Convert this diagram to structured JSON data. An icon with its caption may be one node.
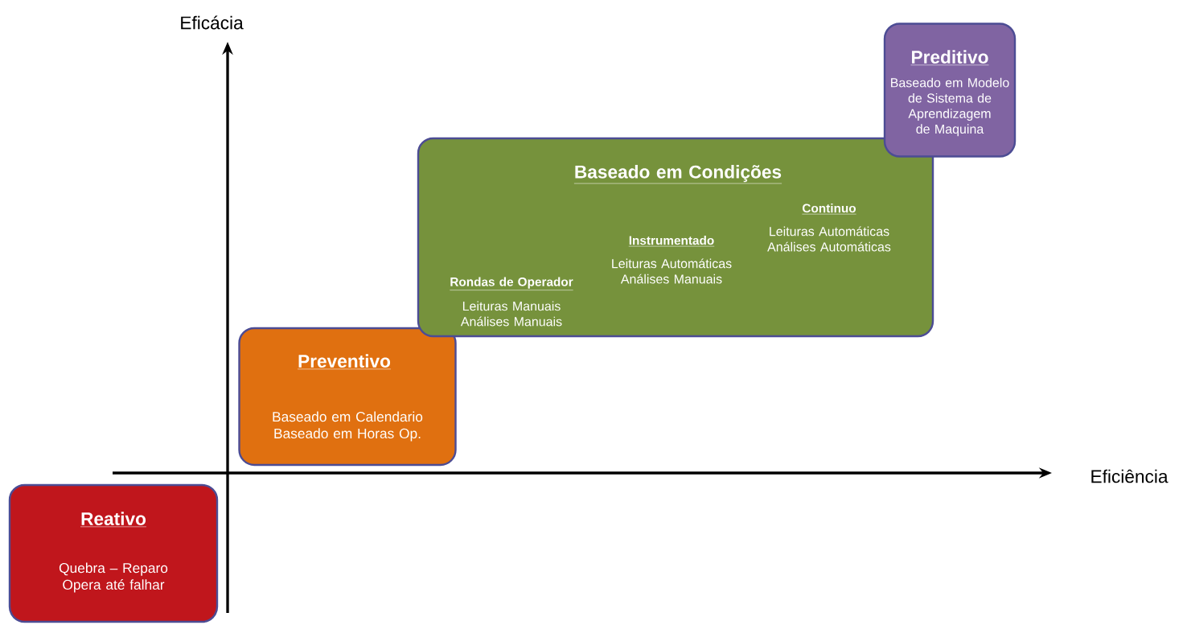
{
  "diagram": {
    "nodes": [
      {
        "text": [
          "Reativo",
          "Quebra – Reparo Opera até falhar"
        ]
      },
      {
        "text": [
          "Preventivo",
          "Baseado em Calendario Baseado em Horas Op."
        ]
      },
      {
        "text": [
          "Baseado em Condições",
          "Rondas de Operador",
          "Leituras Manuais Análises Manuais",
          "Instrumentado",
          "Leituras Automáticas Análises Manuais",
          "Continuo",
          "Leituras Automáticas Análises Automáticas"
        ]
      },
      {
        "text": [
          "Preditivo",
          "Baseado em Modelo de Sistema de Aprendizagem de Maquina"
        ]
      }
    ],
    "edges": [],
    "labels": [
      "Eficácia",
      "Eficiência"
    ]
  }
}
